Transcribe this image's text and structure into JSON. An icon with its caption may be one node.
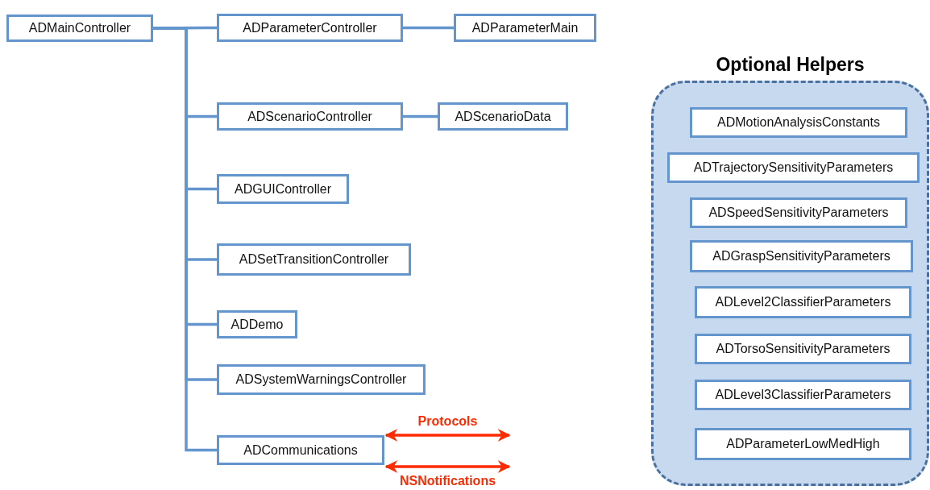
{
  "diagram": {
    "nodes": [
      {
        "text": [
          "ADMainController"
        ]
      },
      {
        "text": [
          "ADParameterController"
        ]
      },
      {
        "text": [
          "ADParameterMain"
        ]
      },
      {
        "text": [
          "ADScenarioController"
        ]
      },
      {
        "text": [
          "ADScenarioData"
        ]
      },
      {
        "text": [
          "ADGUIController"
        ]
      },
      {
        "text": [
          "ADSetTransitionController"
        ]
      },
      {
        "text": [
          "ADDemo"
        ]
      },
      {
        "text": [
          "ADSystemWarningsController"
        ]
      },
      {
        "text": [
          "ADCommunications"
        ]
      },
      {
        "text": [
          "Optional Helpers"
        ]
      },
      {
        "text": [
          "ADMotionAnalysisConstants"
        ],
        "in": 10
      },
      {
        "text": [
          "ADTrajectorySensitivityParameters"
        ],
        "in": 10
      },
      {
        "text": [
          "ADSpeedSensitivityParameters"
        ],
        "in": 10
      },
      {
        "text": [
          "ADGraspSensitivityParameters"
        ],
        "in": 10
      },
      {
        "text": [
          "ADLevel2ClassifierParameters"
        ],
        "in": 10
      },
      {
        "text": [
          "ADTorsoSensitivityParameters"
        ],
        "in": 10
      },
      {
        "text": [
          "ADLevel3ClassifierParameters"
        ],
        "in": 10
      },
      {
        "text": [
          "ADParameterLowMedHigh"
        ],
        "in": 10
      }
    ],
    "edges": [
      {
        "from": 0,
        "to": 1,
        "arrow": "none"
      },
      {
        "from": 0,
        "to": 3,
        "arrow": "none"
      },
      {
        "from": 0,
        "to": 5,
        "arrow": "none"
      },
      {
        "from": 0,
        "to": 6,
        "arrow": "none"
      },
      {
        "from": 0,
        "to": 7,
        "arrow": "none"
      },
      {
        "from": 0,
        "to": 8,
        "arrow": "none"
      },
      {
        "from": 0,
        "to": 9,
        "arrow": "none"
      },
      {
        "from": 1,
        "to": 2,
        "arrow": "none"
      },
      {
        "from": 3,
        "to": 4,
        "arrow": "none"
      },
      {
        "from": 9,
        "to": null,
        "arrow": "both",
        "label": "Protocols",
        "color": "#ff2a00"
      },
      {
        "from": 9,
        "to": null,
        "arrow": "both",
        "label": "NSNotifications",
        "color": "#ff2a00"
      }
    ]
  }
}
